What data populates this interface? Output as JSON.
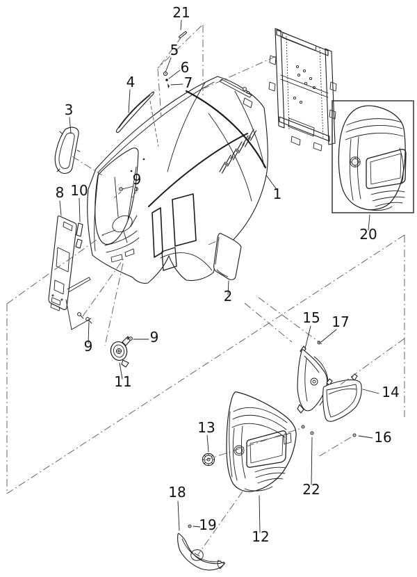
{
  "diagram": {
    "kind": "exploded-parts-diagram",
    "subject": "tractor hood, grille and headlamp assembly",
    "colors": {
      "background": "#ffffff",
      "line": "#1a1a1a",
      "construction": "#555555"
    },
    "callouts": [
      {
        "num": "1"
      },
      {
        "num": "2"
      },
      {
        "num": "3"
      },
      {
        "num": "4"
      },
      {
        "num": "5"
      },
      {
        "num": "6"
      },
      {
        "num": "7"
      },
      {
        "num": "8"
      },
      {
        "num": "9"
      },
      {
        "num": "9"
      },
      {
        "num": "9"
      },
      {
        "num": "10"
      },
      {
        "num": "11"
      },
      {
        "num": "12"
      },
      {
        "num": "13"
      },
      {
        "num": "14"
      },
      {
        "num": "15"
      },
      {
        "num": "16"
      },
      {
        "num": "17"
      },
      {
        "num": "18"
      },
      {
        "num": "19"
      },
      {
        "num": "20"
      },
      {
        "num": "21"
      },
      {
        "num": "22"
      }
    ]
  }
}
